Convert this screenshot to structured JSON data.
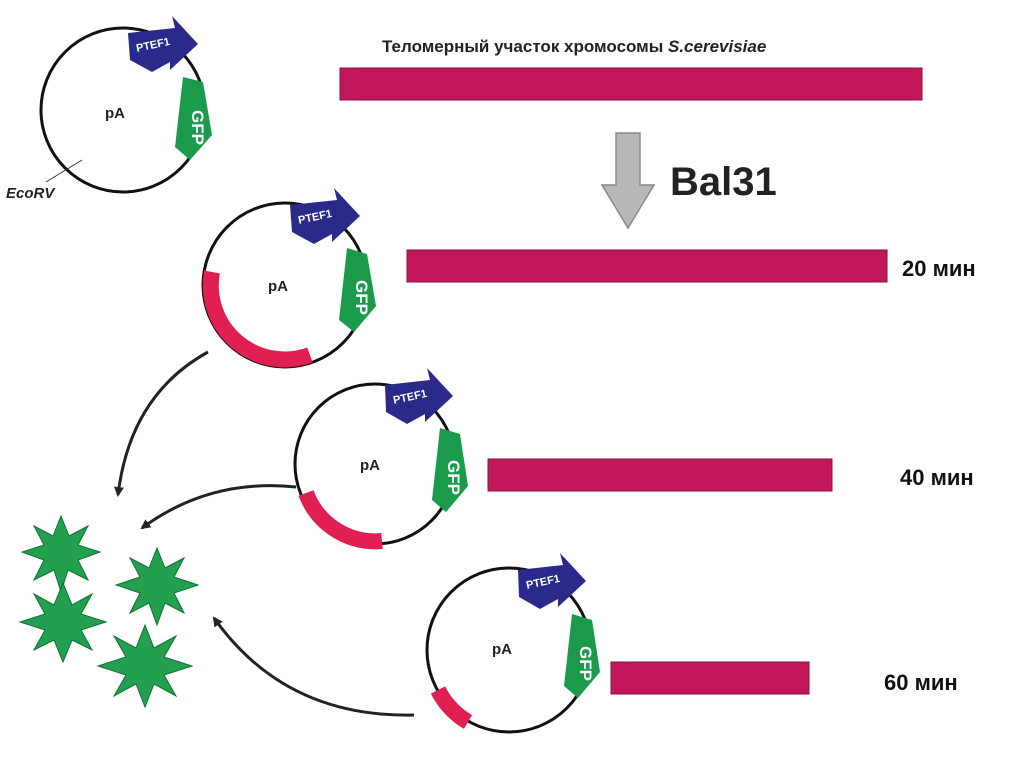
{
  "title": {
    "text_main": "Теломерный участок хромосомы ",
    "text_species": "S.cerevisiae"
  },
  "enzyme": "Bal31",
  "plasmid": {
    "origin_label": "pA",
    "promoter_label": "PTEF1",
    "reporter_label": "GFP",
    "site_label": "EcoRV"
  },
  "timepoints": [
    {
      "label": "20 мин"
    },
    {
      "label": "40 мин"
    },
    {
      "label": "60 мин"
    }
  ],
  "colors": {
    "telomere": "#c2185b",
    "insert": "#e02050",
    "gfp": "#1a9a4a",
    "promoter": "#2a2a8a",
    "colony": "#22a050",
    "arrow_gray": "#b8b8b8"
  }
}
